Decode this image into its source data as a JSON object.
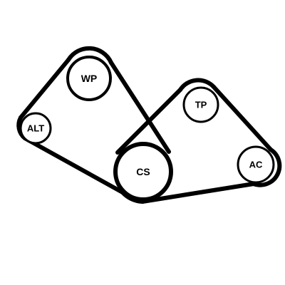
{
  "diagram": {
    "kind": "serpentine belt routing",
    "belts": [
      {
        "pulleys": [
          "crankshaft",
          "alternator",
          "water_pump"
        ]
      },
      {
        "pulleys": [
          "crankshaft",
          "tensioner",
          "ac_compressor"
        ]
      }
    ],
    "pulleys": {
      "water_pump": {
        "label": "WP"
      },
      "alternator": {
        "label": "ALT"
      },
      "crankshaft": {
        "label": "CS"
      },
      "tensioner": {
        "label": "TP"
      },
      "ac_compressor": {
        "label": "AC"
      }
    }
  }
}
